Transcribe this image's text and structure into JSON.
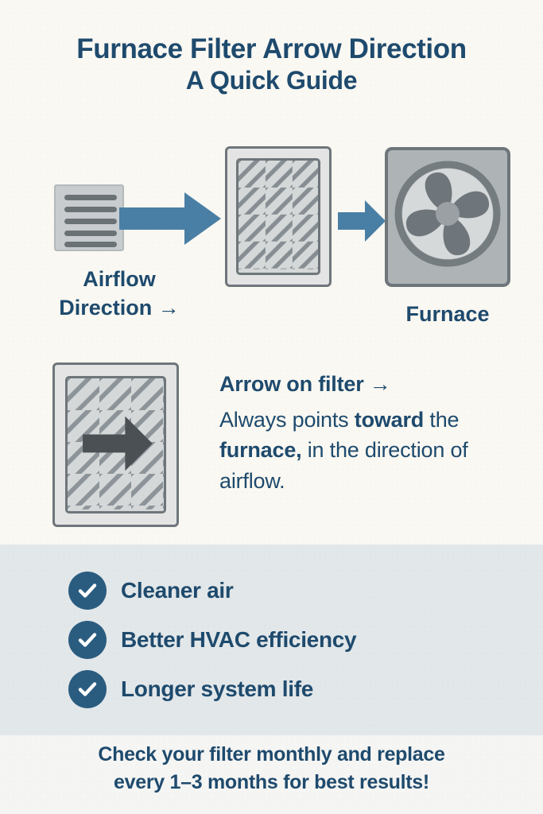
{
  "title": {
    "line1": "Furnace Filter Arrow Direction",
    "line2": "A Quick Guide"
  },
  "diagram": {
    "airflow_label_line1": "Airflow",
    "airflow_label_line2": "Direction →",
    "furnace_label": "Furnace",
    "vent_icon": "vent-grille-icon",
    "filter_icon": "air-filter-icon",
    "furnace_icon": "furnace-fan-icon",
    "arrow_icon": "right-arrow-icon"
  },
  "explainer": {
    "heading": "Arrow on filter →",
    "body_part1": "Always points ",
    "body_bold1": "toward",
    "body_part2": " the ",
    "body_bold2": "furnace,",
    "body_part3": " in the direction of airflow.",
    "filter_arrow_icon": "filter-direction-arrow-icon"
  },
  "benefits": {
    "items": [
      {
        "label": "Cleaner air",
        "icon": "check-circle-icon"
      },
      {
        "label": "Better HVAC efficiency",
        "icon": "check-circle-icon"
      },
      {
        "label": "Longer system life",
        "icon": "check-circle-icon"
      }
    ]
  },
  "footer": {
    "line1": "Check your filter monthly and replace",
    "line2": "every 1–3 months for best results!"
  },
  "colors": {
    "navy": "#1E4A6D",
    "accent_blue": "#4A7FA5",
    "check_blue": "#2A5C80",
    "gray_band": "#E2E7E9",
    "cream": "#FAF8F2",
    "metal": "#6E767B"
  }
}
